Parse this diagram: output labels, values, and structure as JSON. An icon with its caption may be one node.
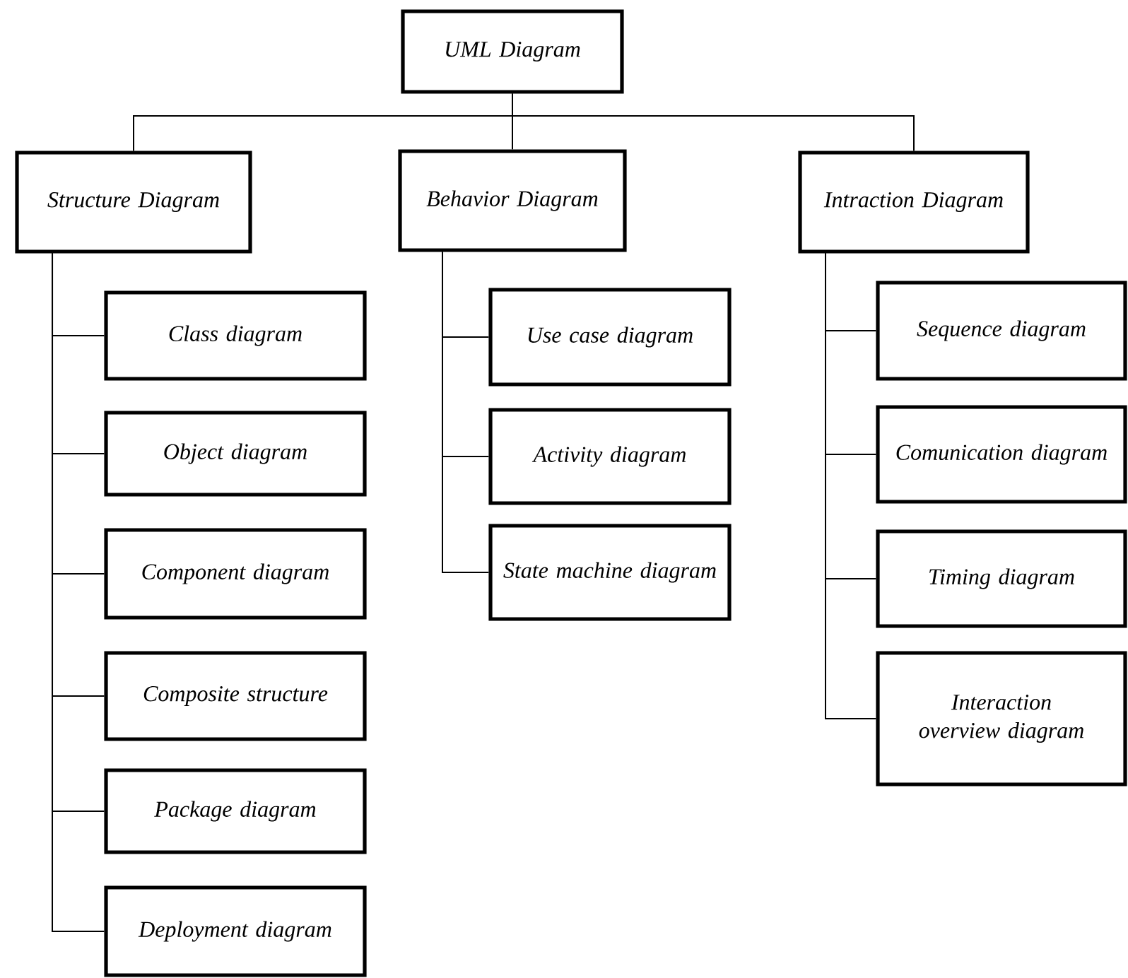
{
  "diagram": {
    "nodes": [
      {
        "text": [
          "UML Diagram"
        ]
      },
      {
        "text": [
          "Structure Diagram"
        ]
      },
      {
        "text": [
          "Behavior Diagram"
        ]
      },
      {
        "text": [
          "Intraction Diagram"
        ]
      },
      {
        "text": [
          "Class diagram"
        ]
      },
      {
        "text": [
          "Object diagram"
        ]
      },
      {
        "text": [
          "Component diagram"
        ]
      },
      {
        "text": [
          "Composite structure"
        ]
      },
      {
        "text": [
          "Package diagram"
        ]
      },
      {
        "text": [
          "Deployment diagram"
        ]
      },
      {
        "text": [
          "Use case diagram"
        ]
      },
      {
        "text": [
          "Activity diagram"
        ]
      },
      {
        "text": [
          "State machine diagram"
        ]
      },
      {
        "text": [
          "Sequence diagram"
        ]
      },
      {
        "text": [
          "Comunication diagram"
        ]
      },
      {
        "text": [
          "Timing diagram"
        ]
      },
      {
        "text": [
          "Interaction overview diagram"
        ]
      }
    ],
    "edges": [
      {
        "from": 0,
        "to": 1,
        "arrow": "none"
      },
      {
        "from": 0,
        "to": 2,
        "arrow": "none"
      },
      {
        "from": 0,
        "to": 3,
        "arrow": "none"
      },
      {
        "from": 1,
        "to": 4,
        "arrow": "none"
      },
      {
        "from": 1,
        "to": 5,
        "arrow": "none"
      },
      {
        "from": 1,
        "to": 6,
        "arrow": "none"
      },
      {
        "from": 1,
        "to": 7,
        "arrow": "none"
      },
      {
        "from": 1,
        "to": 8,
        "arrow": "none"
      },
      {
        "from": 1,
        "to": 9,
        "arrow": "none"
      },
      {
        "from": 2,
        "to": 10,
        "arrow": "none"
      },
      {
        "from": 2,
        "to": 11,
        "arrow": "none"
      },
      {
        "from": 2,
        "to": 12,
        "arrow": "none"
      },
      {
        "from": 3,
        "to": 13,
        "arrow": "none"
      },
      {
        "from": 3,
        "to": 14,
        "arrow": "none"
      },
      {
        "from": 3,
        "to": 15,
        "arrow": "none"
      },
      {
        "from": 3,
        "to": 16,
        "arrow": "none"
      }
    ]
  }
}
